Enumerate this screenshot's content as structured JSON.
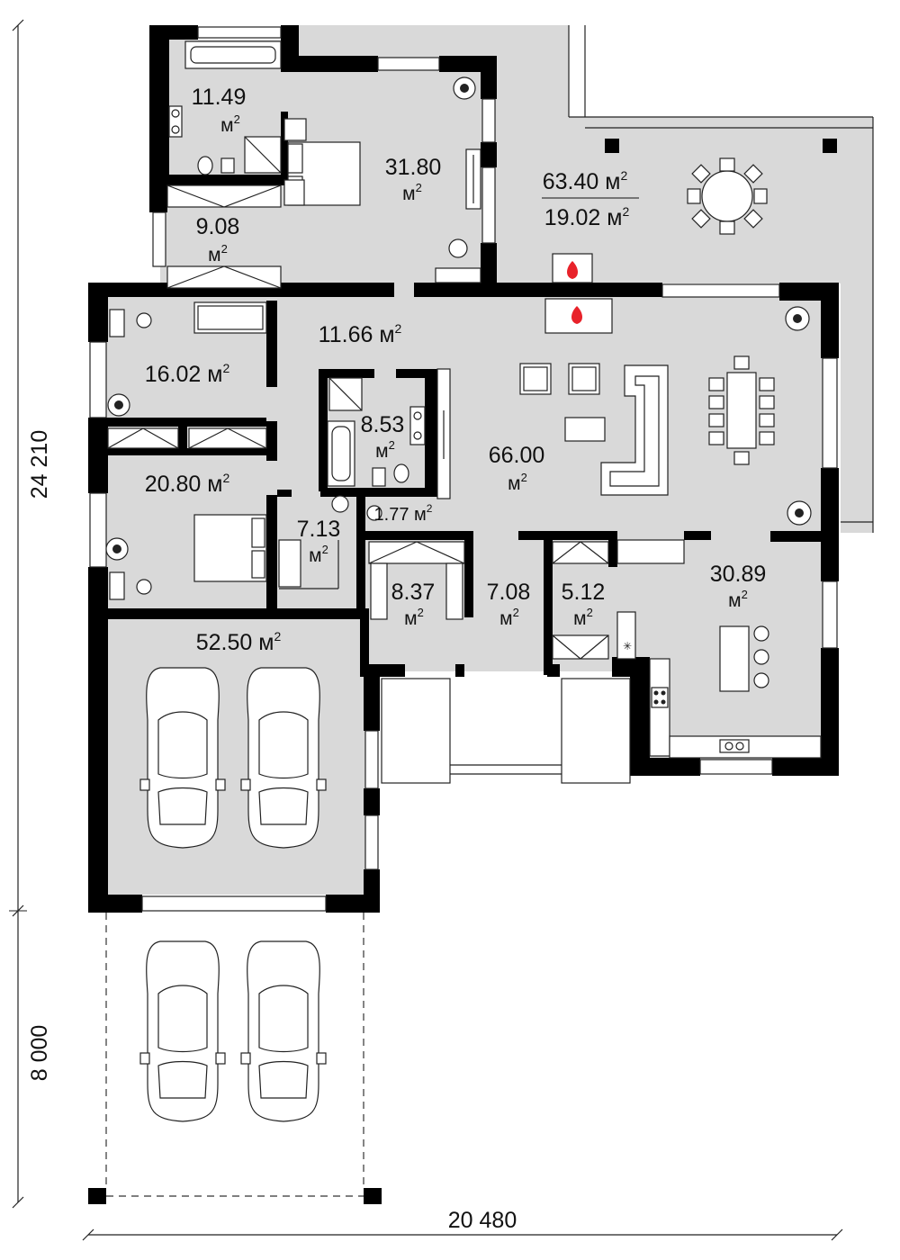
{
  "dimensions": {
    "width_total": "20 480",
    "height_house": "24 210",
    "height_parking": "8 000"
  },
  "rooms": [
    {
      "id": "bath-top",
      "area": "11.49",
      "unit": "м",
      "sup": "2"
    },
    {
      "id": "bedroom-master",
      "area": "31.80",
      "unit": "м",
      "sup": "2"
    },
    {
      "id": "terrace",
      "area": "63.40 м",
      "unit": "",
      "sup": "2"
    },
    {
      "id": "terrace-covered",
      "area": "19.02 м",
      "unit": "",
      "sup": "2"
    },
    {
      "id": "wardrobe-top",
      "area": "9.08",
      "unit": "м",
      "sup": "2"
    },
    {
      "id": "hall",
      "area": "11.66 м",
      "unit": "",
      "sup": "2"
    },
    {
      "id": "bedroom-left",
      "area": "16.02 м",
      "unit": "",
      "sup": "2"
    },
    {
      "id": "bath-mid",
      "area": "8.53",
      "unit": "м",
      "sup": "2"
    },
    {
      "id": "living",
      "area": "66.00",
      "unit": "м",
      "sup": "2"
    },
    {
      "id": "bedroom-lower",
      "area": "20.80 м",
      "unit": "",
      "sup": "2"
    },
    {
      "id": "wc",
      "area": "1.77 м",
      "unit": "",
      "sup": "2"
    },
    {
      "id": "office",
      "area": "7.13",
      "unit": "м",
      "sup": "2"
    },
    {
      "id": "wardrobe-entry",
      "area": "8.37",
      "unit": "м",
      "sup": "2"
    },
    {
      "id": "entry",
      "area": "7.08",
      "unit": "м",
      "sup": "2"
    },
    {
      "id": "pantry",
      "area": "5.12",
      "unit": "м",
      "sup": "2"
    },
    {
      "id": "kitchen",
      "area": "30.89",
      "unit": "м",
      "sup": "2"
    },
    {
      "id": "garage",
      "area": "52.50 м",
      "unit": "",
      "sup": "2"
    }
  ],
  "colors": {
    "floor": "#d9d9d9",
    "wall": "#000000",
    "fire": "#e8222a"
  },
  "icons": [
    "fireplace-icon",
    "plant-icon",
    "car-icon",
    "dining-table-icon",
    "sofa-icon",
    "bed-icon",
    "bathtub-icon",
    "toilet-icon",
    "sink-icon",
    "shower-icon",
    "chair-icon",
    "stove-icon"
  ]
}
